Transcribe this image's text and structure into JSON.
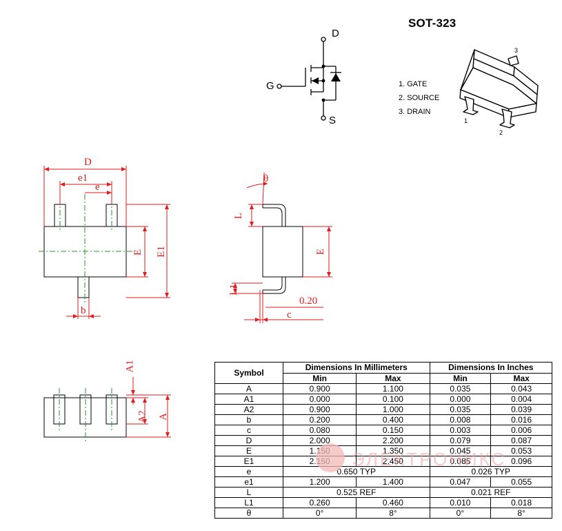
{
  "package": {
    "title": "SOT-323",
    "pins": [
      "1. GATE",
      "2. SOURCE",
      "3. DRAIN"
    ],
    "pin_numbers": [
      "1",
      "2",
      "3"
    ]
  },
  "schematic": {
    "drain": "D",
    "gate": "G",
    "source": "S"
  },
  "drawing_labels": {
    "D": "D",
    "e1": "e1",
    "e": "e",
    "E": "E",
    "E1": "E1",
    "b": "b",
    "theta": "θ",
    "L": "L",
    "L1": "L1",
    "ref": "0.20",
    "c": "c",
    "A1": "A1",
    "A2": "A2",
    "A": "A"
  },
  "table": {
    "symbol_header": "Symbol",
    "mm_header": "Dimensions In Millimeters",
    "in_header": "Dimensions In Inches",
    "min": "Min",
    "max": "Max",
    "rows": [
      {
        "symbol": "A",
        "mm_min": "0.900",
        "mm_max": "1.100",
        "in_min": "0.035",
        "in_max": "0.043"
      },
      {
        "symbol": "A1",
        "mm_min": "0.000",
        "mm_max": "0.100",
        "in_min": "0.000",
        "in_max": "0.004"
      },
      {
        "symbol": "A2",
        "mm_min": "0.900",
        "mm_max": "1.000",
        "in_min": "0.035",
        "in_max": "0.039"
      },
      {
        "symbol": "b",
        "mm_min": "0.200",
        "mm_max": "0.400",
        "in_min": "0.008",
        "in_max": "0.016"
      },
      {
        "symbol": "c",
        "mm_min": "0.080",
        "mm_max": "0.150",
        "in_min": "0.003",
        "in_max": "0.006"
      },
      {
        "symbol": "D",
        "mm_min": "2.000",
        "mm_max": "2.200",
        "in_min": "0.079",
        "in_max": "0.087"
      },
      {
        "symbol": "E",
        "mm_min": "1.150",
        "mm_max": "1.350",
        "in_min": "0.045",
        "in_max": "0.053"
      },
      {
        "symbol": "E1",
        "mm_min": "2.150",
        "mm_max": "2.450",
        "in_min": "0.085",
        "in_max": "0.096"
      },
      {
        "symbol": "e",
        "mm_span": "0.650 TYP",
        "in_span": "0.026 TYP"
      },
      {
        "symbol": "e1",
        "mm_min": "1.200",
        "mm_max": "1.400",
        "in_min": "0.047",
        "in_max": "0.055"
      },
      {
        "symbol": "L",
        "mm_span": "0.525 REF",
        "in_span": "0.021 REF"
      },
      {
        "symbol": "L1",
        "mm_min": "0.260",
        "mm_max": "0.460",
        "in_min": "0.010",
        "in_max": "0.018"
      },
      {
        "symbol": "θ",
        "mm_min": "0°",
        "mm_max": "8°",
        "in_min": "0°",
        "in_max": "8°"
      }
    ]
  },
  "watermark": {
    "text": "ЭЛЕКТРОНИКС"
  },
  "colors": {
    "dimension": "#e31a1a",
    "centerline": "#1a9a1a",
    "outline": "#000000"
  }
}
